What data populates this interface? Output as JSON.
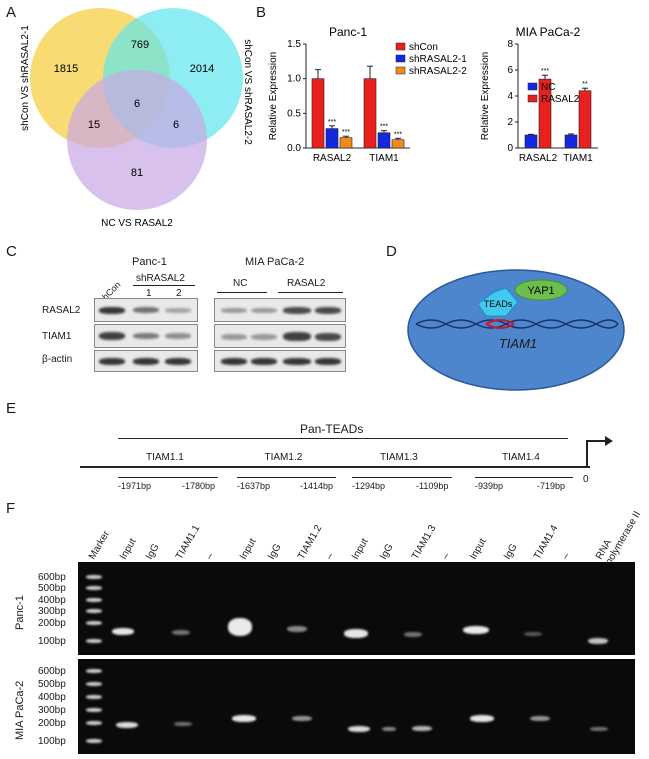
{
  "panels": {
    "a": "A",
    "b": "B",
    "c": "C",
    "d": "D",
    "e": "E",
    "f": "F"
  },
  "venn": {
    "set1_label": "shCon VS shRASAL2-1",
    "set2_label": "shCon VS shRASAL2-2",
    "set3_label": "NC VS RASAL2",
    "only1": "1815",
    "only2": "2014",
    "only3": "81",
    "c12": "769",
    "c13": "15",
    "c23": "6",
    "c123": "6",
    "colors": {
      "set1": "#f7d65a",
      "set2": "#5ee6ec",
      "set3": "#c9a6e6"
    }
  },
  "chart_data": [
    {
      "type": "bar",
      "title": "Panc-1",
      "ylabel": "Relative Expression",
      "categories": [
        "RASAL2",
        "TIAM1"
      ],
      "ylim": [
        0,
        1.5
      ],
      "yticks": [
        "0.0",
        "0.5",
        "1.0",
        "1.5"
      ],
      "series": [
        {
          "name": "shCon",
          "color": "#e8201f",
          "values": [
            1.0,
            1.0
          ],
          "err": [
            0.13,
            0.18
          ],
          "sig": [
            "",
            ""
          ]
        },
        {
          "name": "shRASAL2-1",
          "color": "#1428e0",
          "values": [
            0.28,
            0.22
          ],
          "err": [
            0.04,
            0.03
          ],
          "sig": [
            "***",
            "***"
          ]
        },
        {
          "name": "shRASAL2-2",
          "color": "#f08a1c",
          "values": [
            0.15,
            0.12
          ],
          "err": [
            0.02,
            0.02
          ],
          "sig": [
            "***",
            "***"
          ]
        }
      ]
    },
    {
      "type": "bar",
      "title": "MIA PaCa-2",
      "ylabel": "Relative Expression",
      "categories": [
        "RASAL2",
        "TIAM1"
      ],
      "ylim": [
        0,
        8
      ],
      "yticks": [
        "0",
        "2",
        "4",
        "6",
        "8"
      ],
      "series": [
        {
          "name": "NC",
          "color": "#1428e0",
          "values": [
            1.0,
            1.0
          ],
          "err": [
            0.05,
            0.08
          ],
          "sig": [
            "",
            ""
          ]
        },
        {
          "name": "RASAL2",
          "color": "#e8201f",
          "values": [
            5.3,
            4.4
          ],
          "err": [
            0.3,
            0.2
          ],
          "sig": [
            "***",
            "**"
          ]
        }
      ]
    }
  ],
  "western": {
    "panc_title": "Panc-1",
    "mia_title": "MIA PaCa-2",
    "shcon": "shCon",
    "shrasal2": "shRASAL2",
    "lane1": "1",
    "lane2": "2",
    "nc": "NC",
    "rasal2": "RASAL2",
    "rows": [
      "RASAL2",
      "TIAM1",
      "β-actin"
    ]
  },
  "model": {
    "yap": "YAP1",
    "teads": "TEADs",
    "gene": "TIAM1"
  },
  "promoter": {
    "title": "Pan-TEADs",
    "regions": [
      {
        "name": "TIAM1.1",
        "start": "-1971bp",
        "end": "-1780bp"
      },
      {
        "name": "TIAM1.2",
        "start": "-1637bp",
        "end": "-1414bp"
      },
      {
        "name": "TIAM1.3",
        "start": "-1294bp",
        "end": "-1109bp"
      },
      {
        "name": "TIAM1.4",
        "start": "-939bp",
        "end": "-719bp"
      }
    ],
    "tss": "0"
  },
  "chip": {
    "lanes": [
      "Marker",
      "Input",
      "IgG",
      "TIAM1.1",
      "–",
      "Input",
      "IgG",
      "TIAM1.2",
      "–",
      "Input",
      "IgG",
      "TIAM1.3",
      "–",
      "Input",
      "IgG",
      "TIAM1.4",
      "–",
      "RNA polymerase II"
    ],
    "row1": "Panc-1",
    "row2": "MIA PaCa-2",
    "ladder": [
      "600bp",
      "500bp",
      "400bp",
      "300bp",
      "200bp",
      "100bp"
    ]
  }
}
